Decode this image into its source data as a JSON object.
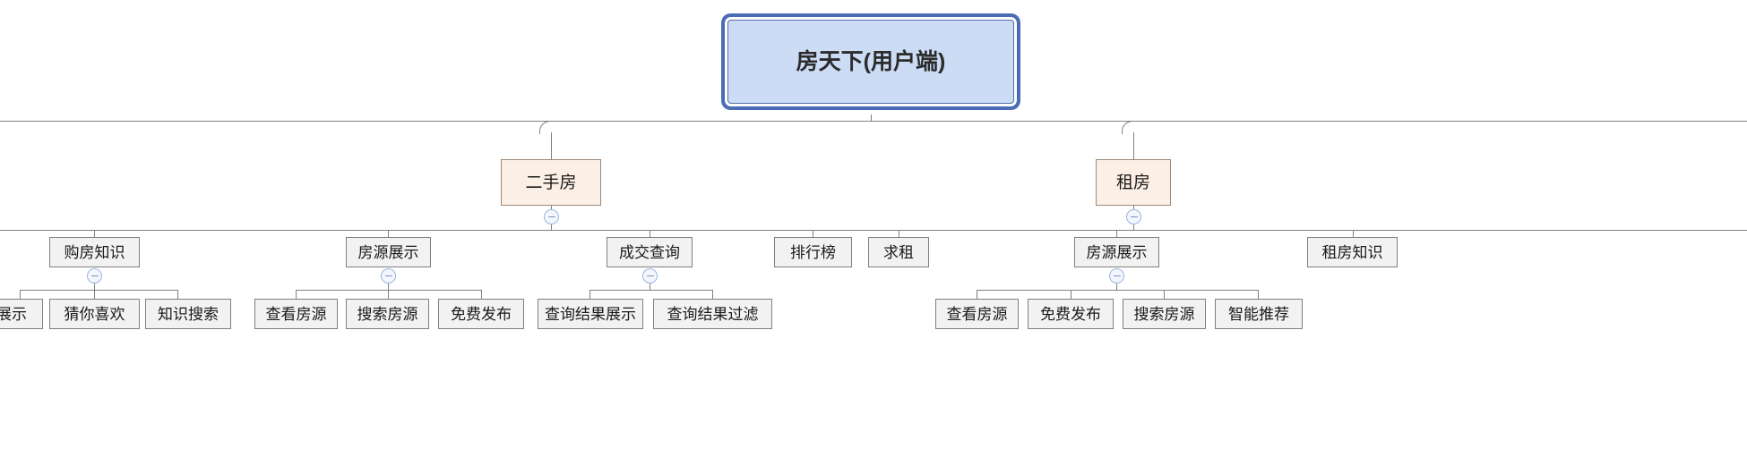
{
  "diagram": {
    "title_text": "房天下(用户端)",
    "type": "mindmap-tree",
    "colors": {
      "root_fill": "#ccdcf5",
      "root_border": "#4a6db5",
      "level2_fill": "#fcf0e6",
      "level2_border": "#9b8878",
      "node_fill": "#f2f2f2",
      "node_border": "#7f7f7f",
      "line": "#808080",
      "toggle_border": "#9bb4de",
      "toggle_fill": "#f3f7fd"
    }
  },
  "root": {
    "label": "房天下(用户端)"
  },
  "branches": [
    {
      "label": "二手房",
      "toggle": "collapse-minus-icon",
      "children": [
        {
          "label": "房源展示",
          "toggle": "collapse-minus-icon",
          "children": [
            {
              "label": "查看房源"
            },
            {
              "label": "搜索房源"
            },
            {
              "label": "免费发布"
            }
          ]
        },
        {
          "label": "成交查询",
          "toggle": "collapse-minus-icon",
          "children": [
            {
              "label": "查询结果展示"
            },
            {
              "label": "查询结果过滤"
            }
          ]
        },
        {
          "label": "排行榜",
          "children": []
        }
      ]
    },
    {
      "label": "租房",
      "toggle": "collapse-minus-icon",
      "children": [
        {
          "label": "求租",
          "children": []
        },
        {
          "label": "房源展示",
          "toggle": "collapse-minus-icon",
          "children": [
            {
              "label": "查看房源"
            },
            {
              "label": "免费发布"
            },
            {
              "label": "搜索房源"
            },
            {
              "label": "智能推荐"
            }
          ]
        },
        {
          "label": "租房知识",
          "children": []
        }
      ]
    }
  ],
  "clipped_left_branch": {
    "note_level3": "购房知识",
    "level3": {
      "label": "购房知识",
      "toggle": "collapse-minus-icon"
    },
    "level4": [
      {
        "label": "展示"
      },
      {
        "label": "猜你喜欢"
      },
      {
        "label": "知识搜索"
      }
    ]
  }
}
